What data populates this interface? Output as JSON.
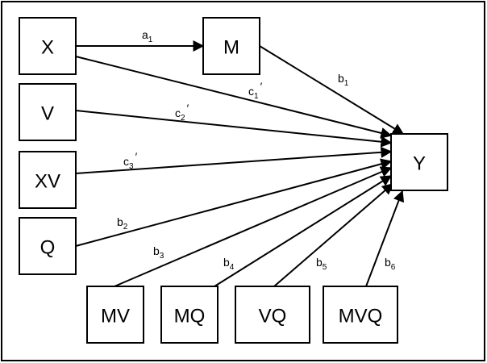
{
  "diagram": {
    "colors": {
      "stroke": "#000000",
      "background": "#ffffff"
    },
    "nodes": {
      "x": "X",
      "m": "M",
      "v": "V",
      "xv": "XV",
      "q": "Q",
      "y": "Y",
      "mv": "MV",
      "mq": "MQ",
      "vq": "VQ",
      "mvq": "MVQ"
    },
    "paths": {
      "a1": {
        "base": "a",
        "sub": "1",
        "prime": ""
      },
      "b1": {
        "base": "b",
        "sub": "1",
        "prime": ""
      },
      "c1": {
        "base": "c",
        "sub": "1",
        "prime": "′"
      },
      "c2": {
        "base": "c",
        "sub": "2",
        "prime": "′"
      },
      "c3": {
        "base": "c",
        "sub": "3",
        "prime": "′"
      },
      "b2": {
        "base": "b",
        "sub": "2",
        "prime": ""
      },
      "b3": {
        "base": "b",
        "sub": "3",
        "prime": ""
      },
      "b4": {
        "base": "b",
        "sub": "4",
        "prime": ""
      },
      "b5": {
        "base": "b",
        "sub": "5",
        "prime": ""
      },
      "b6": {
        "base": "b",
        "sub": "6",
        "prime": ""
      }
    }
  }
}
